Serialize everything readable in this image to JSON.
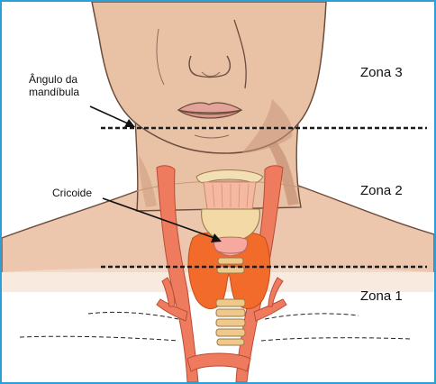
{
  "labels": {
    "angle_line1": "Ângulo da",
    "angle_line2": "mandíbula",
    "cricoid": "Cricoide",
    "zone3": "Zona 3",
    "zone2": "Zona 2",
    "zone1": "Zona 1"
  },
  "colors": {
    "frame": "#2a9fd8",
    "skin": "#e9c2a6",
    "skin_shadow": "#c9957a",
    "skin_outline": "#6b4c3b",
    "lips": "#e4a39a",
    "vessels": "#ef7b5f",
    "thyroid": "#f26b2b",
    "cartilage": "#f2d9a6",
    "trachea": "#f0c98a",
    "boundary_line": "#1b1b1b"
  }
}
